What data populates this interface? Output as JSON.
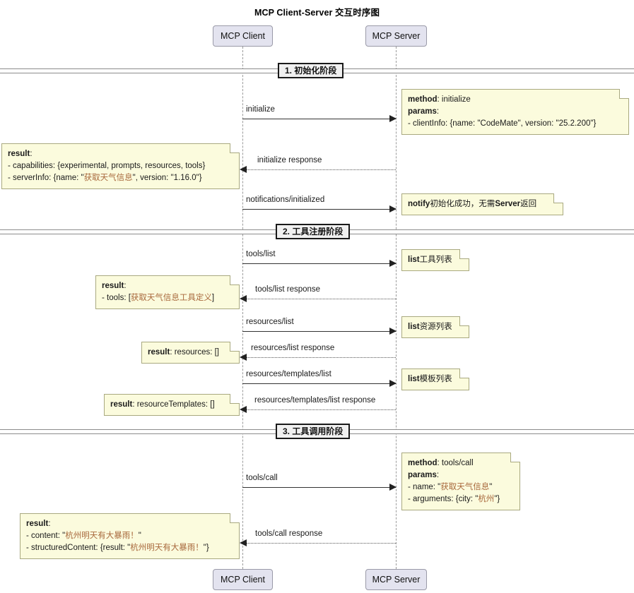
{
  "title": "MCP Client-Server 交互时序图",
  "participants": {
    "client": {
      "label": "MCP Client"
    },
    "server": {
      "label": "MCP Server"
    }
  },
  "sections": [
    {
      "id": "init",
      "label": "1. 初始化阶段"
    },
    {
      "id": "register",
      "label": "2. 工具注册阶段"
    },
    {
      "id": "invoke",
      "label": "3. 工具调用阶段"
    }
  ],
  "messages": {
    "initialize": "initialize",
    "initialize_response": "initialize response",
    "notifications_initialized": "notifications/initialized",
    "tools_list": "tools/list",
    "tools_list_response": "tools/list response",
    "resources_list": "resources/list",
    "resources_list_response": "resources/list response",
    "resources_templates_list": "resources/templates/list",
    "resources_templates_list_response": "resources/templates/list response",
    "tools_call": "tools/call",
    "tools_call_response": "tools/call response"
  },
  "notes": {
    "initialize_request": {
      "l1_key": "method",
      "l1_val": ": initialize",
      "l2_key": "params",
      "l2_val": ":",
      "l3": "- clientInfo: {name: \"CodeMate\", version: \"25.2.200\"}"
    },
    "initialize_result": {
      "l1_key": "result",
      "l1_val": ":",
      "l2": "- capabilities: {experimental, prompts, resources, tools}",
      "l3_pre": "- serverInfo: {name: \"",
      "l3_cn": "获取天气信息",
      "l3_post": "\", version: \"1.16.0\"}"
    },
    "notify": {
      "key": "notify",
      "cn1": "初始化成功，无需",
      "key2": "Server",
      "cn2": "返回"
    },
    "list_tools": {
      "key": "list",
      "cn": "工具列表"
    },
    "tools_list_result": {
      "l1_key": "result",
      "l1_val": ":",
      "l2_pre": "- tools: [",
      "l2_cn": "获取天气信息工具定义",
      "l2_post": "]"
    },
    "list_resources": {
      "key": "list",
      "cn": "资源列表"
    },
    "resources_result": {
      "key": "result",
      "val": ": resources: []"
    },
    "list_templates": {
      "key": "list",
      "cn": "模板列表"
    },
    "templates_result": {
      "key": "result",
      "val": ": resourceTemplates: []"
    },
    "tools_call_request": {
      "l1_key": "method",
      "l1_val": ": tools/call",
      "l2_key": "params",
      "l2_val": ":",
      "l3_pre": "- name: \"",
      "l3_cn": "获取天气信息",
      "l3_post": "\"",
      "l4_pre": "- arguments: {city: \"",
      "l4_cn": "杭州",
      "l4_post": "\"}"
    },
    "tools_call_result": {
      "l1_key": "result",
      "l1_val": ":",
      "l2_pre": "- content: \"",
      "l2_cn": "杭州明天有大暴雨！",
      "l2_post": "\"",
      "l3_pre": "- structuredContent: {result: \"",
      "l3_cn": "杭州明天有大暴雨！",
      "l3_post": "\"}"
    }
  },
  "colors": {
    "participant_fill": "#e3e3ef",
    "note_fill": "#fbfbdd",
    "note_border": "#a9a980",
    "lifeline": "#9b9b9b",
    "accent_cn": "#a8683c"
  }
}
